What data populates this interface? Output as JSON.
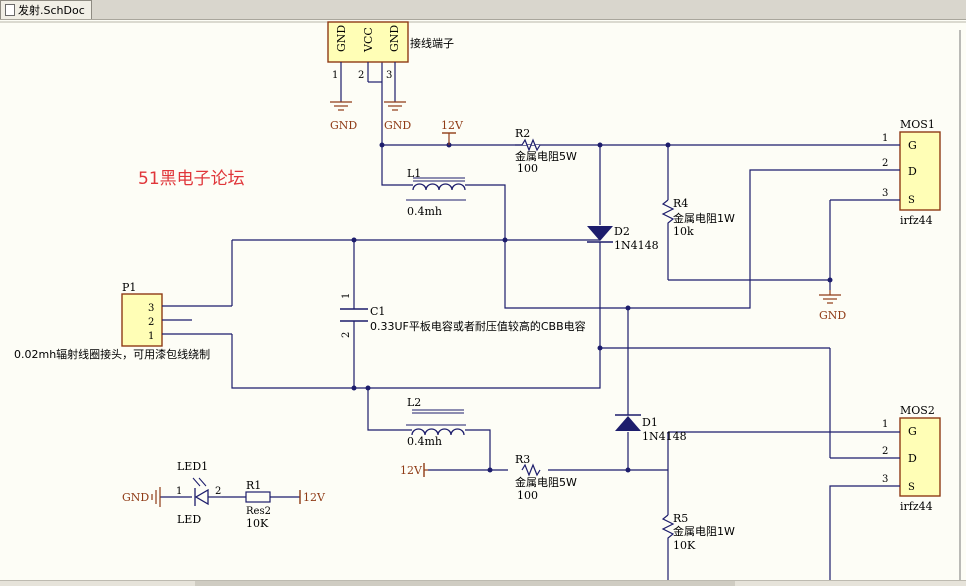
{
  "tab": {
    "label": "发射.SchDoc",
    "icon": "document-icon"
  },
  "watermark": "51黑电子论坛",
  "terminal": {
    "pins": [
      "GND",
      "VCC",
      "GND"
    ],
    "numbers": [
      "1",
      "2",
      "3"
    ],
    "label": "接线端子"
  },
  "power": {
    "gnd": "GND",
    "v12": "12V"
  },
  "r2": {
    "ref": "R2",
    "value": "金属电阻5W",
    "res": "100"
  },
  "r3": {
    "ref": "R3",
    "value": "金属电阻5W",
    "res": "100"
  },
  "r4": {
    "ref": "R4",
    "value": "金属电阻1W",
    "res": "10k"
  },
  "r5": {
    "ref": "R5",
    "value": "金属电阻1W",
    "res": "10K"
  },
  "l1": {
    "ref": "L1",
    "value": "0.4mh"
  },
  "l2": {
    "ref": "L2",
    "value": "0.4mh"
  },
  "d1": {
    "ref": "D1",
    "value": "1N4148"
  },
  "d2": {
    "ref": "D2",
    "value": "1N4148"
  },
  "c1": {
    "ref": "C1",
    "value": "0.33UF平板电容或者耐压值较高的CBB电容",
    "pin1": "1",
    "pin2": "2"
  },
  "mos1": {
    "ref": "MOS1",
    "value": "irfz44",
    "pins": [
      "G",
      "D",
      "S"
    ],
    "numbers": [
      "1",
      "2",
      "3"
    ]
  },
  "mos2": {
    "ref": "MOS2",
    "value": "irfz44",
    "pins": [
      "G",
      "D",
      "S"
    ],
    "numbers": [
      "1",
      "2",
      "3"
    ]
  },
  "p1": {
    "ref": "P1",
    "pins": [
      "3",
      "2",
      "1"
    ],
    "note": "0.02mh辐射线圈接头，可用漆包线绕制"
  },
  "led1": {
    "ref": "LED1",
    "value": "LED",
    "pin1": "1",
    "pin2": "2"
  },
  "r1": {
    "ref": "R1",
    "value": "Res2",
    "res": "10K"
  }
}
